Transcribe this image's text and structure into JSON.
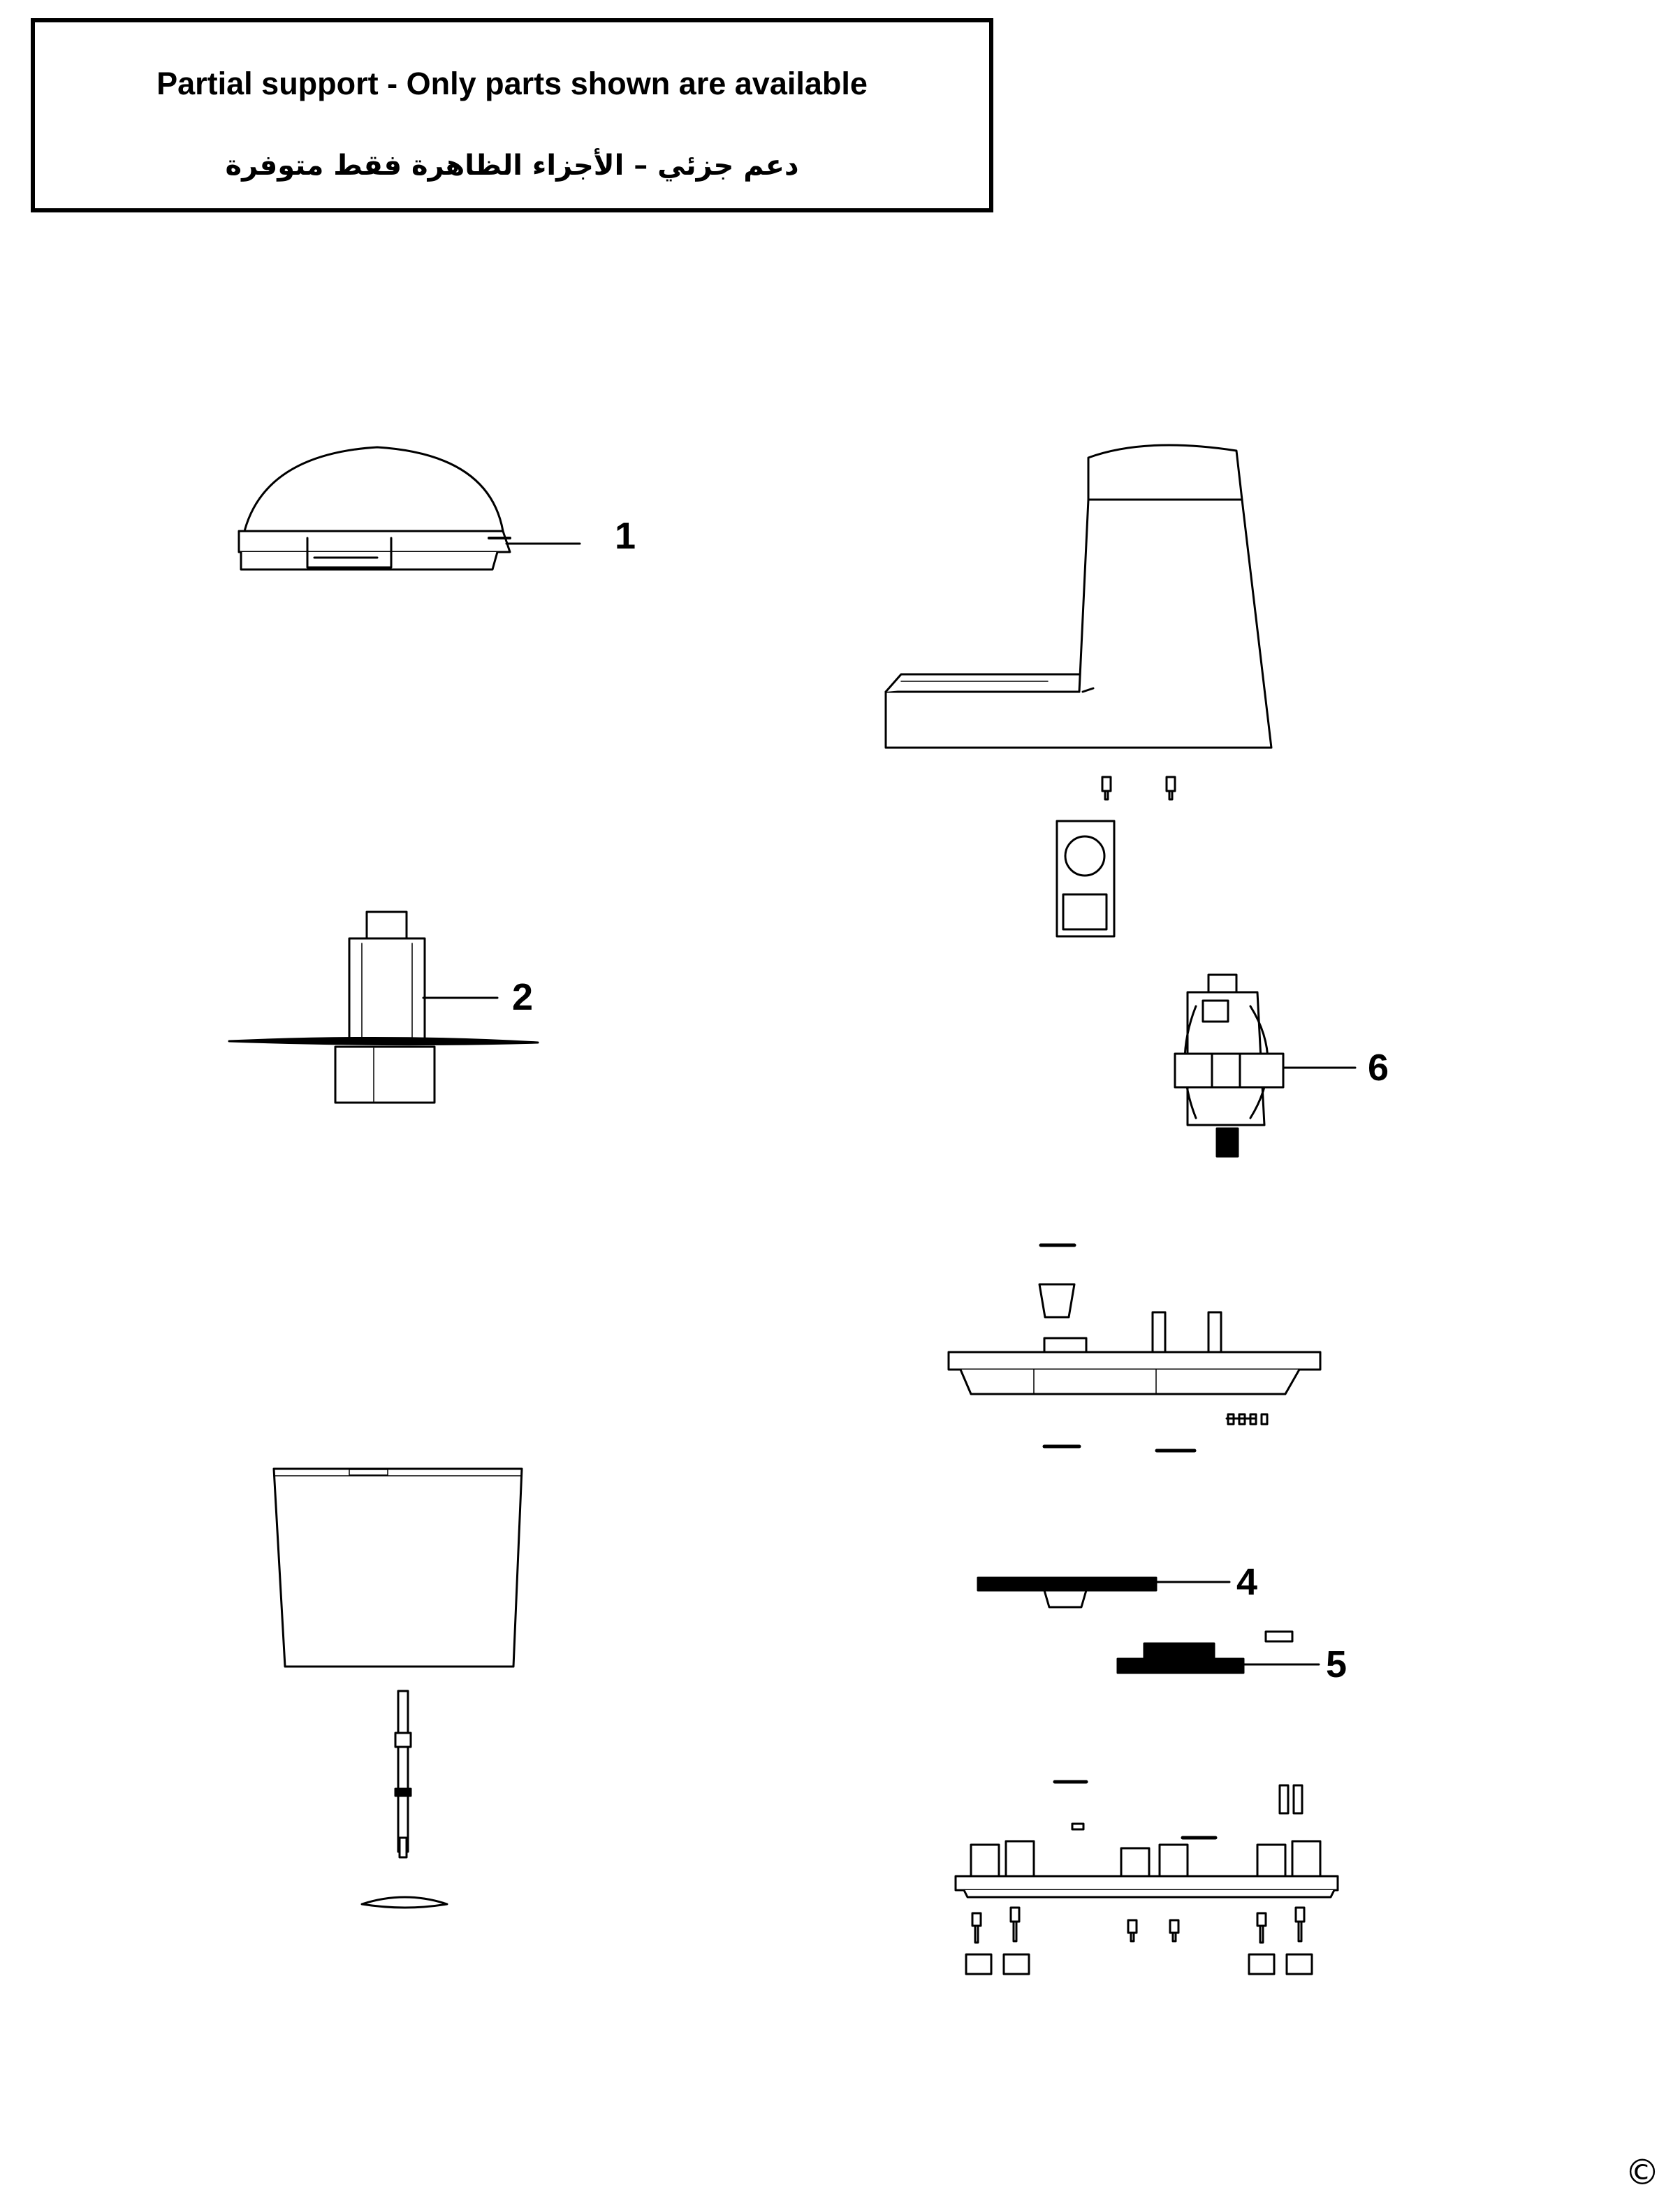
{
  "notice": {
    "english": "Partial support - Only parts shown are available",
    "arabic": "دعم جزئي – الأجزاء الظاهرة فقط متوفرة"
  },
  "callouts": [
    {
      "id": "lid",
      "label": "1"
    },
    {
      "id": "blade",
      "label": "2"
    },
    {
      "id": "gear-large",
      "label": "4"
    },
    {
      "id": "gear-small",
      "label": "5"
    },
    {
      "id": "motor",
      "label": "6"
    }
  ],
  "copyright": "©"
}
